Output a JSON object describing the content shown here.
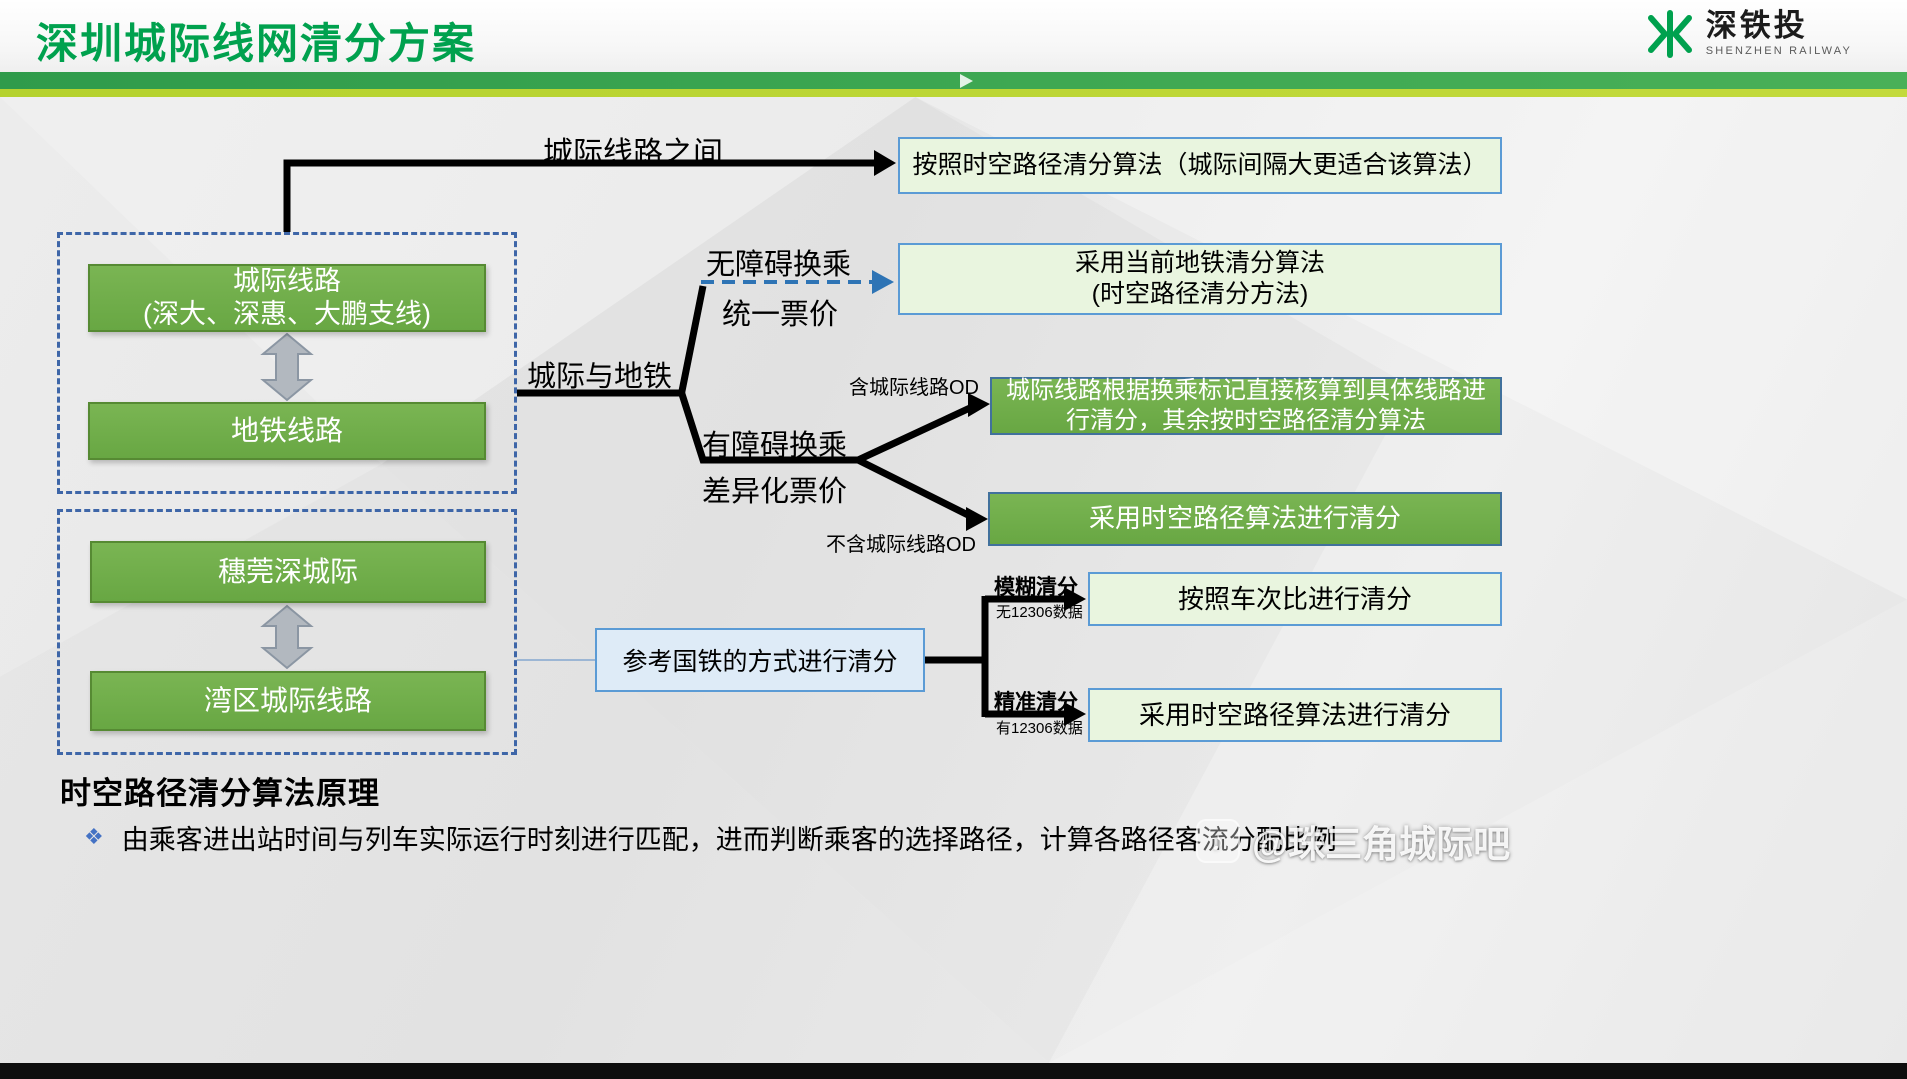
{
  "header": {
    "title": "深圳城际线网清分方案",
    "logo_name": "深铁投",
    "logo_sub": "SHENZHEN RAILWAY"
  },
  "groups": {
    "intercity_line1": "城际线路",
    "intercity_line2": "(深大、深惠、大鹏支线)",
    "metro": "地铁线路",
    "suiwanshen": "穗莞深城际",
    "bayarea": "湾区城际线路"
  },
  "flow": {
    "between_label": "城际线路之间",
    "between_result": "按照时空路径清分算法（城际间隔大更适合该算法）",
    "metro_label": "城际与地铁",
    "barrier_free_line1": "无障碍换乘",
    "barrier_free_line2": "统一票价",
    "metro_result_line1": "采用当前地铁清分算法",
    "metro_result_line2": "(时空路径清分方法)",
    "barrier_line1": "有障碍换乘",
    "barrier_line2": "差异化票价",
    "with_od_label": "含城际线路OD",
    "with_od_result": "城际线路根据换乘标记直接核算到具体线路进行清分，其余按时空路径清分算法",
    "without_od_label": "不含城际线路OD",
    "without_od_result": "采用时空路径算法进行清分",
    "national_rail_box": "参考国铁的方式进行清分",
    "fuzzy_label": "模糊清分",
    "fuzzy_sub": "无12306数据",
    "fuzzy_result": "按照车次比进行清分",
    "precise_label": "精准清分",
    "precise_sub": "有12306数据",
    "precise_result": "采用时空路径算法进行清分"
  },
  "footer": {
    "heading": "时空路径清分算法原理",
    "bullet": "由乘客进出站时间与列车实际运行时刻进行匹配，进而判断乘客的选择路径，计算各路径客流分配比例",
    "watermark": "@珠三角城际吧"
  },
  "icons": {
    "bullet_diamond": "❖",
    "watermark_note": "♪"
  },
  "colors": {
    "title_green": "#00A14E",
    "bar_green": "#3EA852",
    "bar_yellow_green": "#BCD430",
    "box_green": "#6FAE47",
    "box_light_green": "#E9F5DF",
    "box_light_blue": "#DEEBF7",
    "dashed_border_blue": "#3E66A8",
    "connector_black": "#000000",
    "connector_dashed_blue": "#2E74B5"
  }
}
